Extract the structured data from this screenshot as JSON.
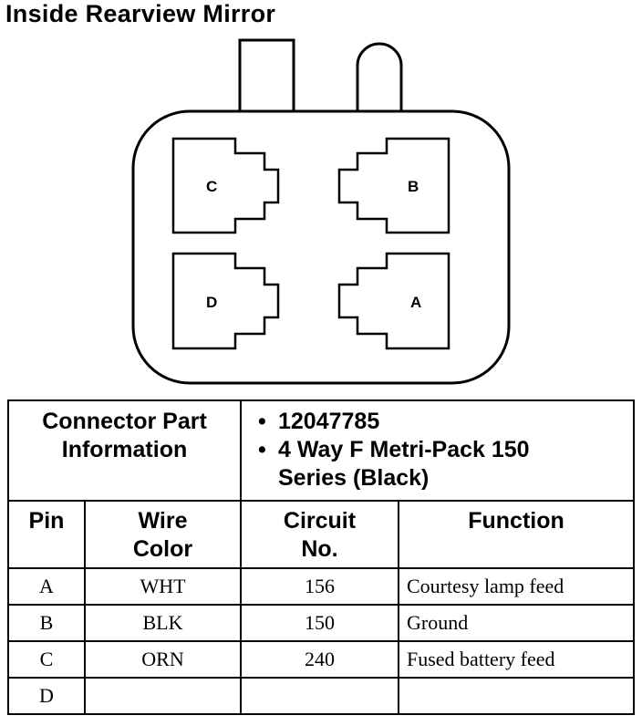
{
  "title": "Inside Rearview Mirror",
  "connector": {
    "pins": [
      "A",
      "B",
      "C",
      "D"
    ],
    "line_color": "#000000"
  },
  "part_info": {
    "label": "Connector Part Information",
    "label_line1": "Connector Part",
    "label_line2": "Information",
    "items": [
      "12047785",
      "4 Way F Metri-Pack 150 Series (Black)"
    ],
    "item2_line1": "4 Way F Metri-Pack 150",
    "item2_line2": "Series (Black)"
  },
  "table": {
    "headers": {
      "pin": "Pin",
      "wire_color_1": "Wire",
      "wire_color_2": "Color",
      "circuit_1": "Circuit",
      "circuit_2": "No.",
      "function": "Function"
    },
    "rows": [
      {
        "pin": "A",
        "wire_color": "WHT",
        "circuit": "156",
        "function": "Courtesy lamp feed"
      },
      {
        "pin": "B",
        "wire_color": "BLK",
        "circuit": "150",
        "function": "Ground"
      },
      {
        "pin": "C",
        "wire_color": "ORN",
        "circuit": "240",
        "function": "Fused battery feed"
      },
      {
        "pin": "D",
        "wire_color": "",
        "circuit": "",
        "function": ""
      }
    ]
  }
}
